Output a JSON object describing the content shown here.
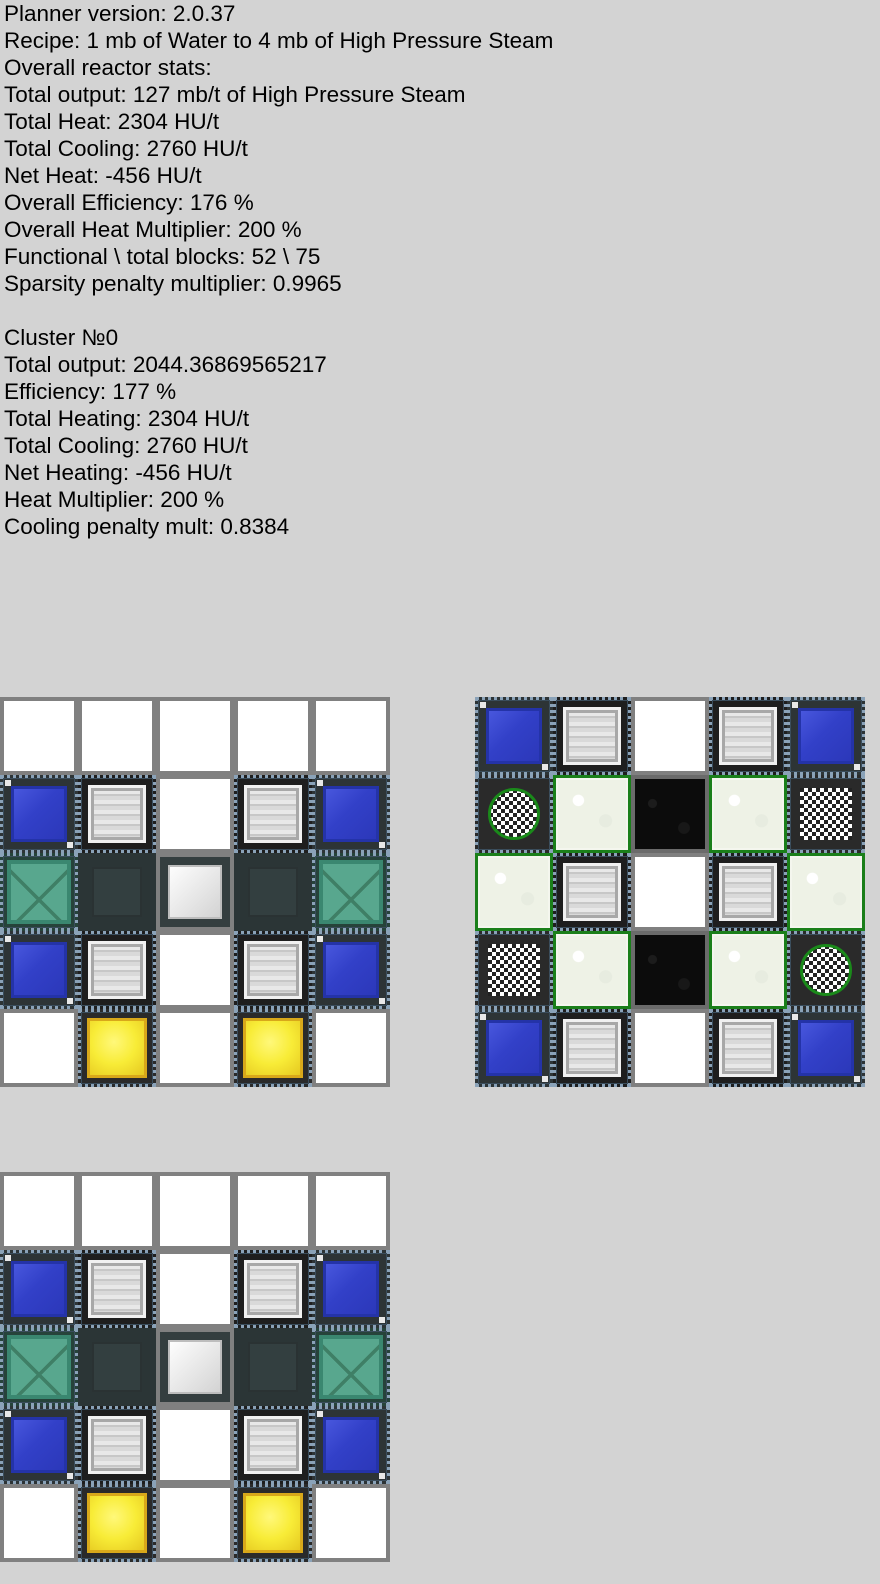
{
  "stats": {
    "lines": [
      "Planner version: 2.0.37",
      "Recipe: 1 mb of Water to 4 mb of High Pressure Steam",
      "Overall reactor stats:",
      "Total output: 127 mb/t of High Pressure Steam",
      "Total Heat: 2304 HU/t",
      "Total Cooling: 2760 HU/t",
      "Net Heat: -456 HU/t",
      "Overall Efficiency: 176 %",
      "Overall Heat Multiplier: 200 %",
      "Functional \\ total blocks: 52 \\ 75",
      "Sparsity penalty multiplier: 0.9965"
    ],
    "cluster_lines": [
      "Cluster №0",
      "Total output: 2044.36869565217",
      "Efficiency: 177 %",
      "Total Heating: 2304 HU/t",
      "Total Cooling: 2760 HU/t",
      "Net Heating: -456 HU/t",
      "Heat Multiplier: 200 %",
      "Cooling penalty mult: 0.8384"
    ]
  },
  "layers": [
    {
      "name": "layer-1",
      "cells": [
        [
          "empty",
          "empty",
          "empty",
          "empty",
          "empty"
        ],
        [
          "water",
          "iron",
          "empty",
          "iron",
          "water"
        ],
        [
          "emerald",
          "dark",
          "quartz",
          "dark",
          "emerald"
        ],
        [
          "water",
          "iron",
          "empty",
          "iron",
          "water"
        ],
        [
          "empty",
          "gold",
          "empty",
          "gold",
          "empty"
        ]
      ]
    },
    {
      "name": "layer-2",
      "cells": [
        [
          "water",
          "iron",
          "empty",
          "iron",
          "water"
        ],
        [
          "checker-ring",
          "plate",
          "void",
          "plate",
          "checker"
        ],
        [
          "plate",
          "iron",
          "empty",
          "iron",
          "plate"
        ],
        [
          "checker",
          "plate",
          "void",
          "plate",
          "checker-ring"
        ],
        [
          "water",
          "iron",
          "empty",
          "iron",
          "water"
        ]
      ]
    },
    {
      "name": "layer-3",
      "cells": [
        [
          "empty",
          "empty",
          "empty",
          "empty",
          "empty"
        ],
        [
          "water",
          "iron",
          "empty",
          "iron",
          "water"
        ],
        [
          "emerald",
          "dark",
          "quartz",
          "dark",
          "emerald"
        ],
        [
          "water",
          "iron",
          "empty",
          "iron",
          "water"
        ],
        [
          "empty",
          "gold",
          "empty",
          "gold",
          "empty"
        ]
      ]
    }
  ],
  "block_colors": {
    "water": "#3240c8",
    "iron": "#d9d9d9",
    "emerald": "#58a78e",
    "dark": "#333f40",
    "quartz": "#f0f0f0",
    "gold": "#f8ec37",
    "plate": "#eef2e6",
    "void": "#0c0c0c",
    "checker": "#ffffff",
    "ring": "#1a8a1a",
    "background": "#d3d3d3"
  }
}
